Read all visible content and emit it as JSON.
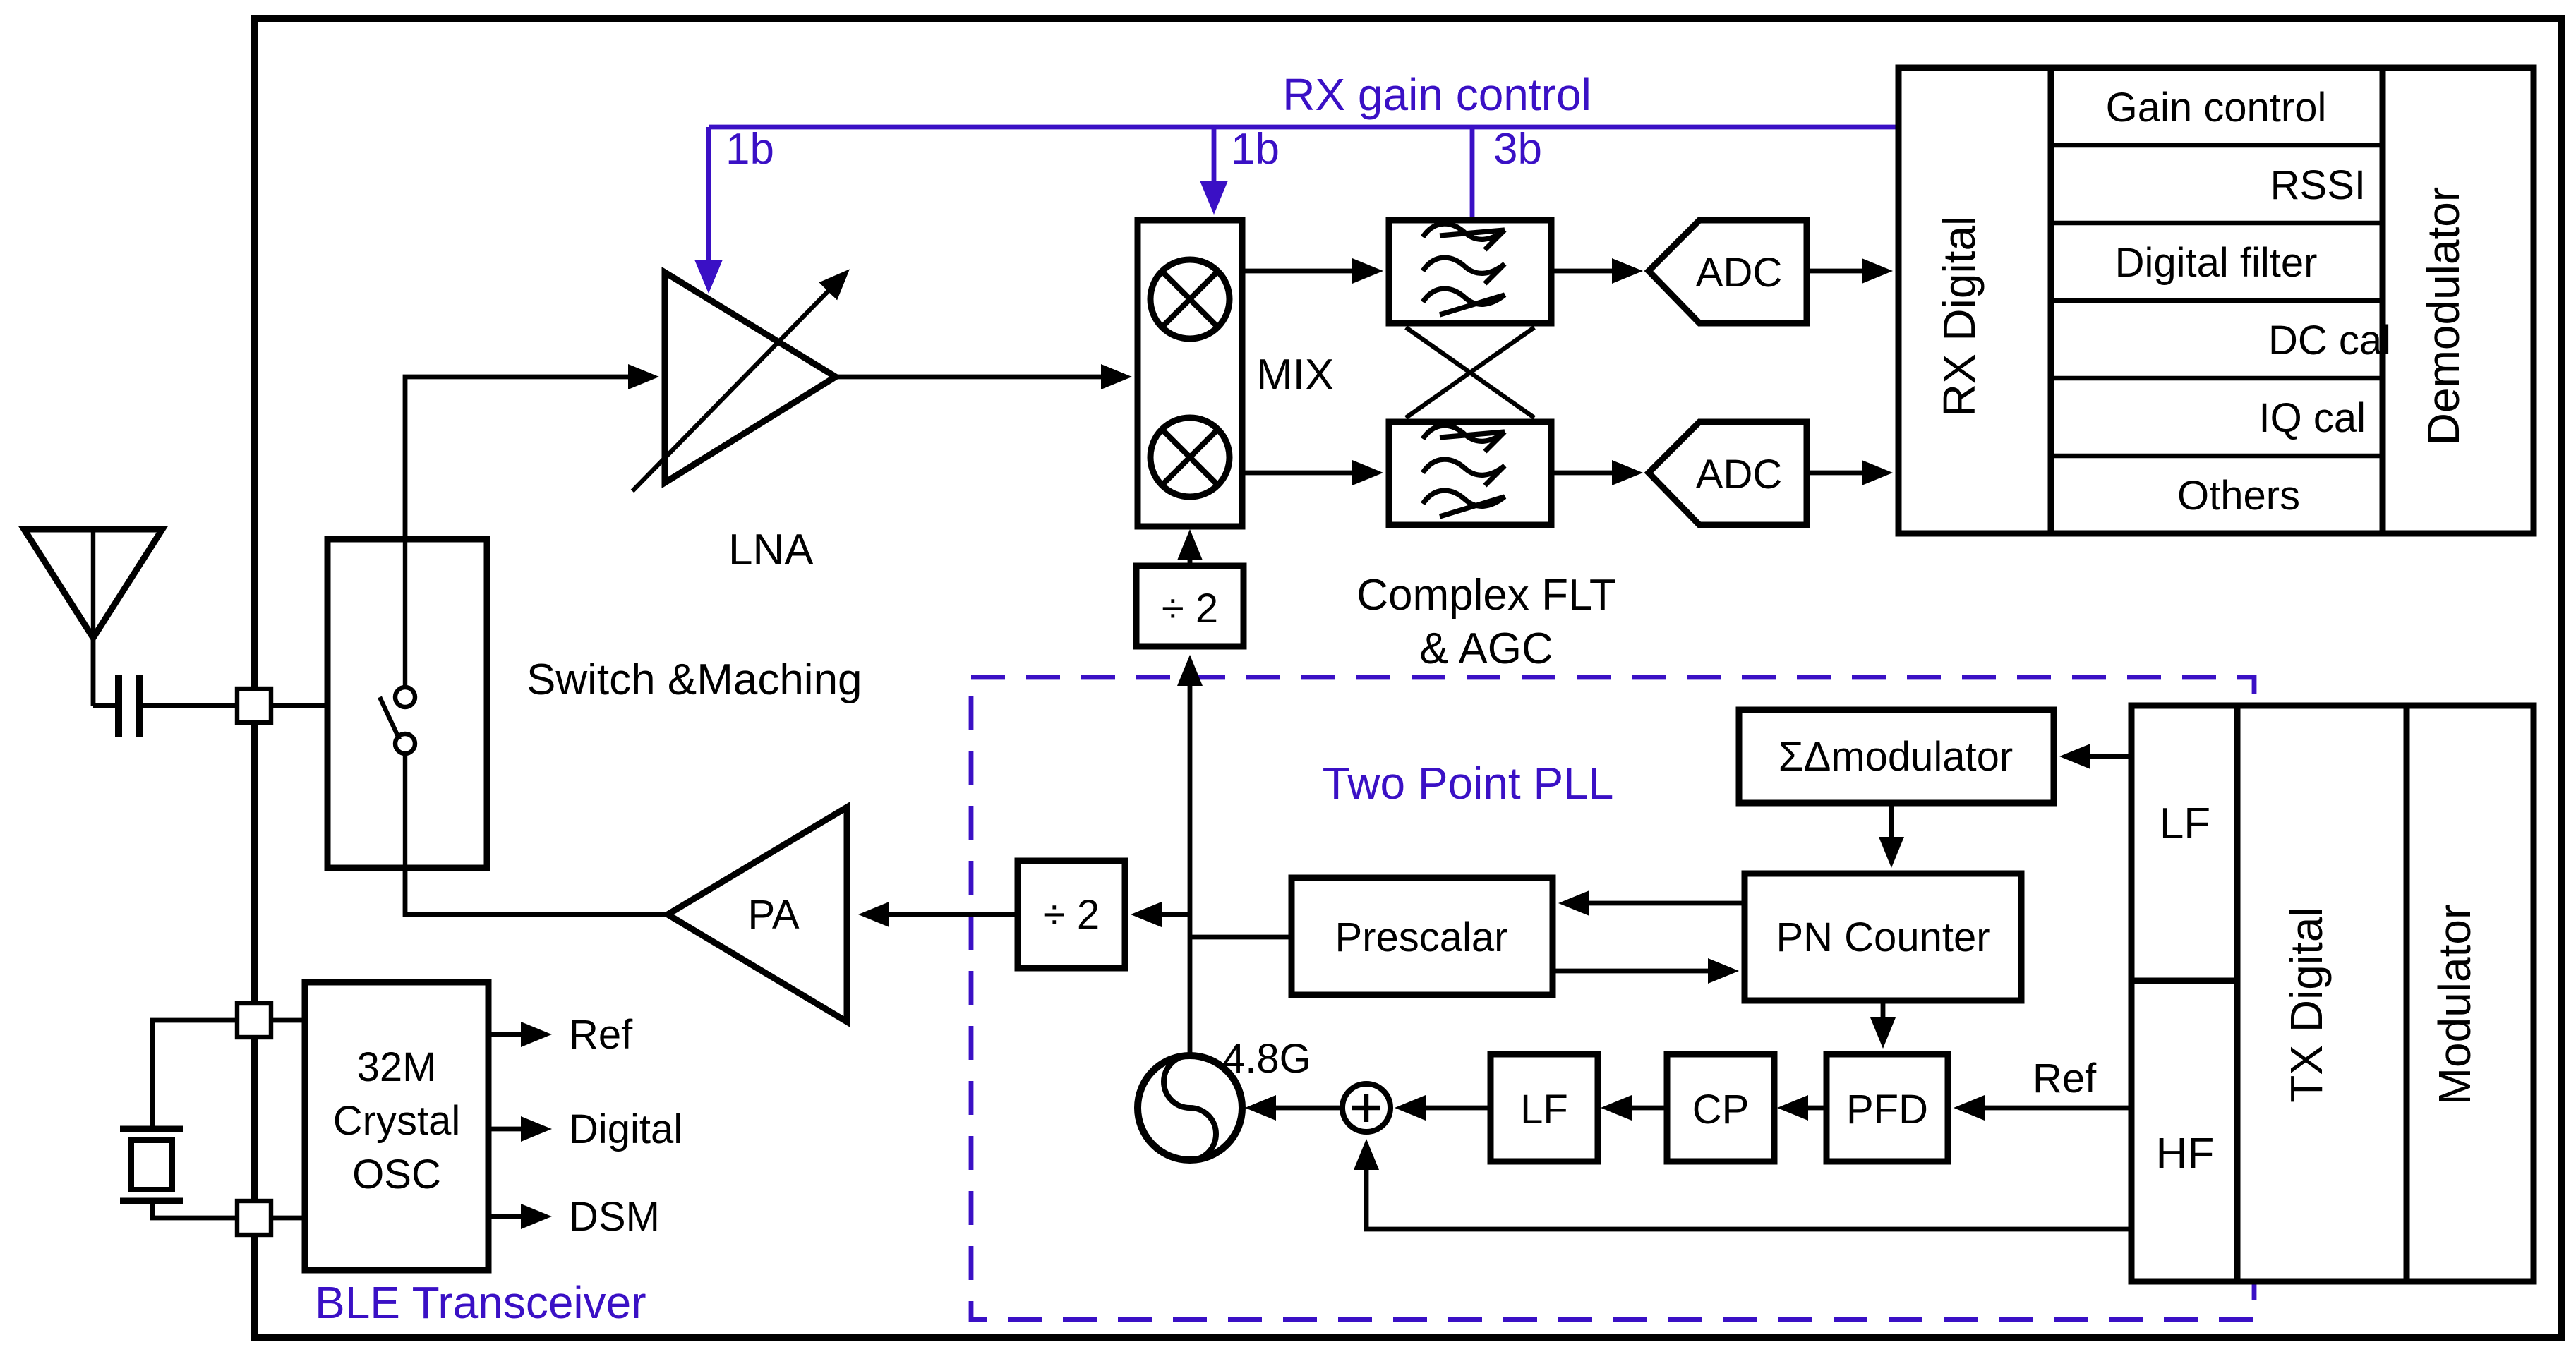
{
  "colors": {
    "accent": "#3A10C5",
    "line": "#000000",
    "background": "#ffffff"
  },
  "diagram": {
    "chip_label": "BLE Transceiver",
    "rx_gain": {
      "label": "RX gain control",
      "tap_lna": "1b",
      "tap_mix": "1b",
      "tap_agc": "3b"
    },
    "front_end": {
      "switch": "Switch &Maching",
      "lna": "LNA",
      "pa": "PA",
      "mix": "MIX",
      "filter_caption_line1": "Complex FLT",
      "filter_caption_line2": "& AGC",
      "adc": "ADC",
      "divider": "÷ 2"
    },
    "rx_digital": {
      "column_label": "RX Digital",
      "demodulator_label": "Demodulator",
      "rows": [
        "Gain control",
        "RSSI",
        "Digital filter",
        "DC cal",
        "IQ cal",
        "Others"
      ]
    },
    "pll": {
      "title": "Two Point PLL",
      "sdm": "ΣΔmodulator",
      "pn_counter": "PN Counter",
      "prescalar": "Prescalar",
      "vco_freq": "4.8G",
      "sum": "+",
      "lf": "LF",
      "cp": "CP",
      "pfd": "PFD",
      "ref": "Ref"
    },
    "tx_digital": {
      "lf_cell": "LF",
      "hf_cell": "HF",
      "column_label": "TX Digital",
      "modulator_label": "Modulator"
    },
    "osc": {
      "line1": "32M",
      "line2": "Crystal",
      "line3": "OSC",
      "out_ref": "Ref",
      "out_digital": "Digital",
      "out_dsm": "DSM"
    }
  }
}
